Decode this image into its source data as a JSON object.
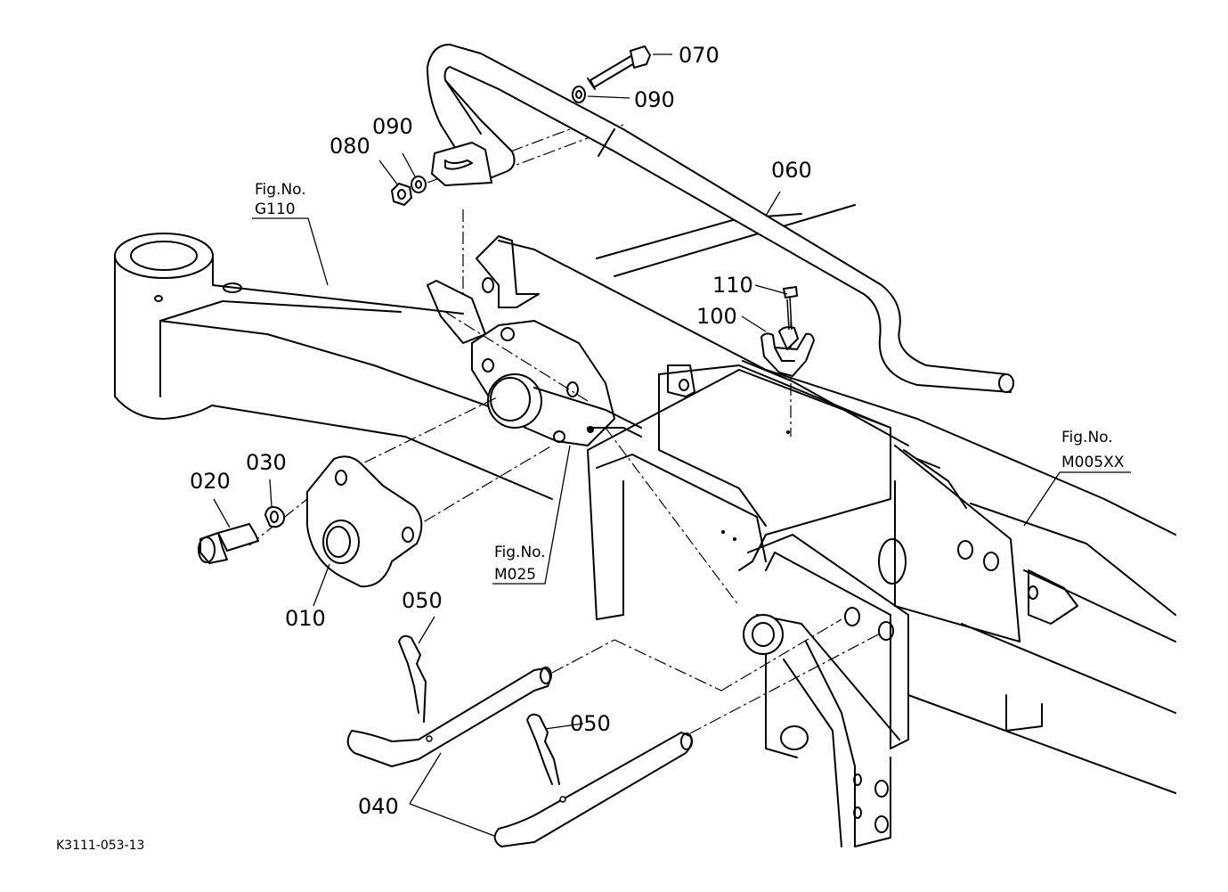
{
  "diagram": {
    "part_labels": {
      "p010": "010",
      "p020": "020",
      "p030": "030",
      "p040": "040",
      "p050a": "050",
      "p050b": "050",
      "p060": "060",
      "p070": "070",
      "p080": "080",
      "p090a": "090",
      "p090b": "090",
      "p100": "100",
      "p110": "110"
    },
    "figure_refs": {
      "g110": {
        "line1": "Fig.No.",
        "line2": "G110"
      },
      "m005xx": {
        "line1": "Fig.No.",
        "line2": "M005XX"
      },
      "m025": {
        "line1": "Fig.No.",
        "line2": "M025"
      }
    },
    "drawing_code": "K3111-053-13"
  }
}
